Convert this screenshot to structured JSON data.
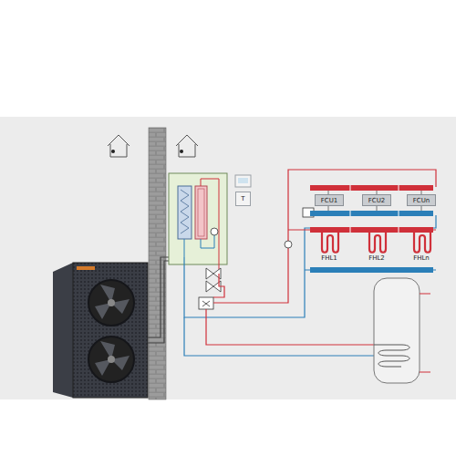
{
  "diagram": {
    "nodes": [
      {
        "text": [
          "T"
        ]
      },
      {
        "text": [
          "FCU1"
        ]
      },
      {
        "text": [
          "FCU2"
        ]
      },
      {
        "text": [
          "FCUn"
        ]
      },
      {
        "text": [
          "FHL1"
        ]
      },
      {
        "text": [
          "FHL2"
        ]
      },
      {
        "text": [
          "FHLn"
        ]
      }
    ]
  }
}
